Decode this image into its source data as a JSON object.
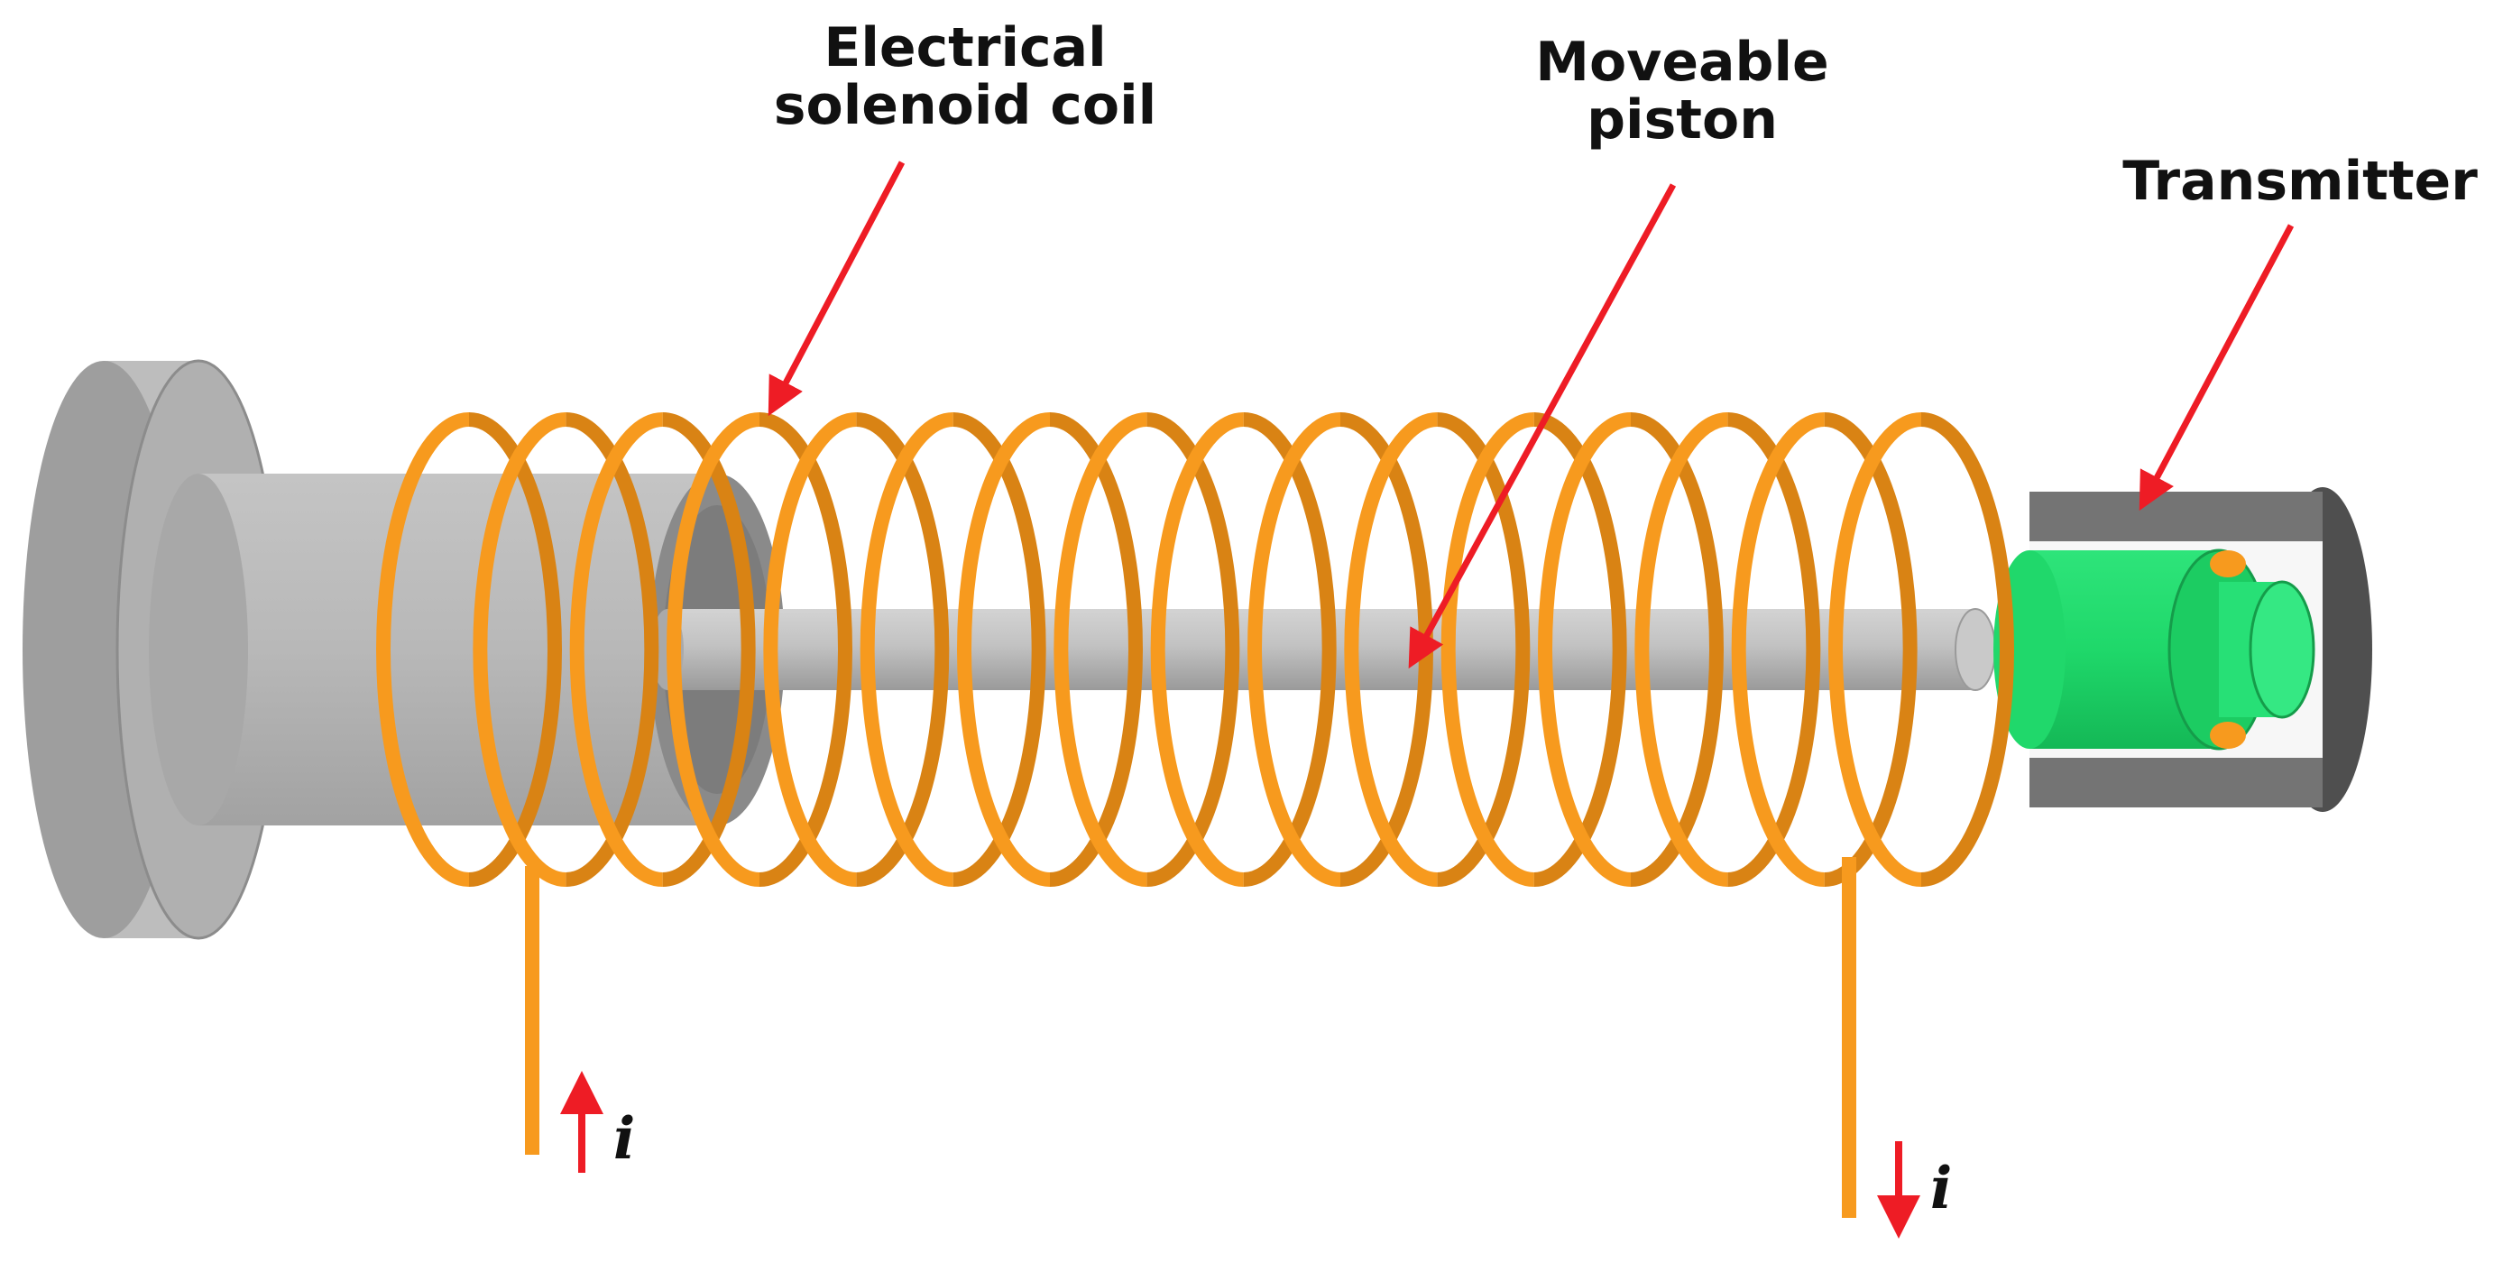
{
  "labels": {
    "coil_line1": "Electrical",
    "coil_line2": "solenoid coil",
    "piston_line1": "Moveable",
    "piston_line2": "piston",
    "transmitter": "Transmitter"
  },
  "current_symbol": "i",
  "colors": {
    "coil": "#f79a1e",
    "body": "#b3b3b3",
    "piston": "#bcbcbc",
    "transmitter_core": "#1fd86a",
    "transmitter_housing": "#6f6f6f",
    "arrow": "#ee1c25",
    "text": "#111111"
  },
  "coil_turns": 16
}
